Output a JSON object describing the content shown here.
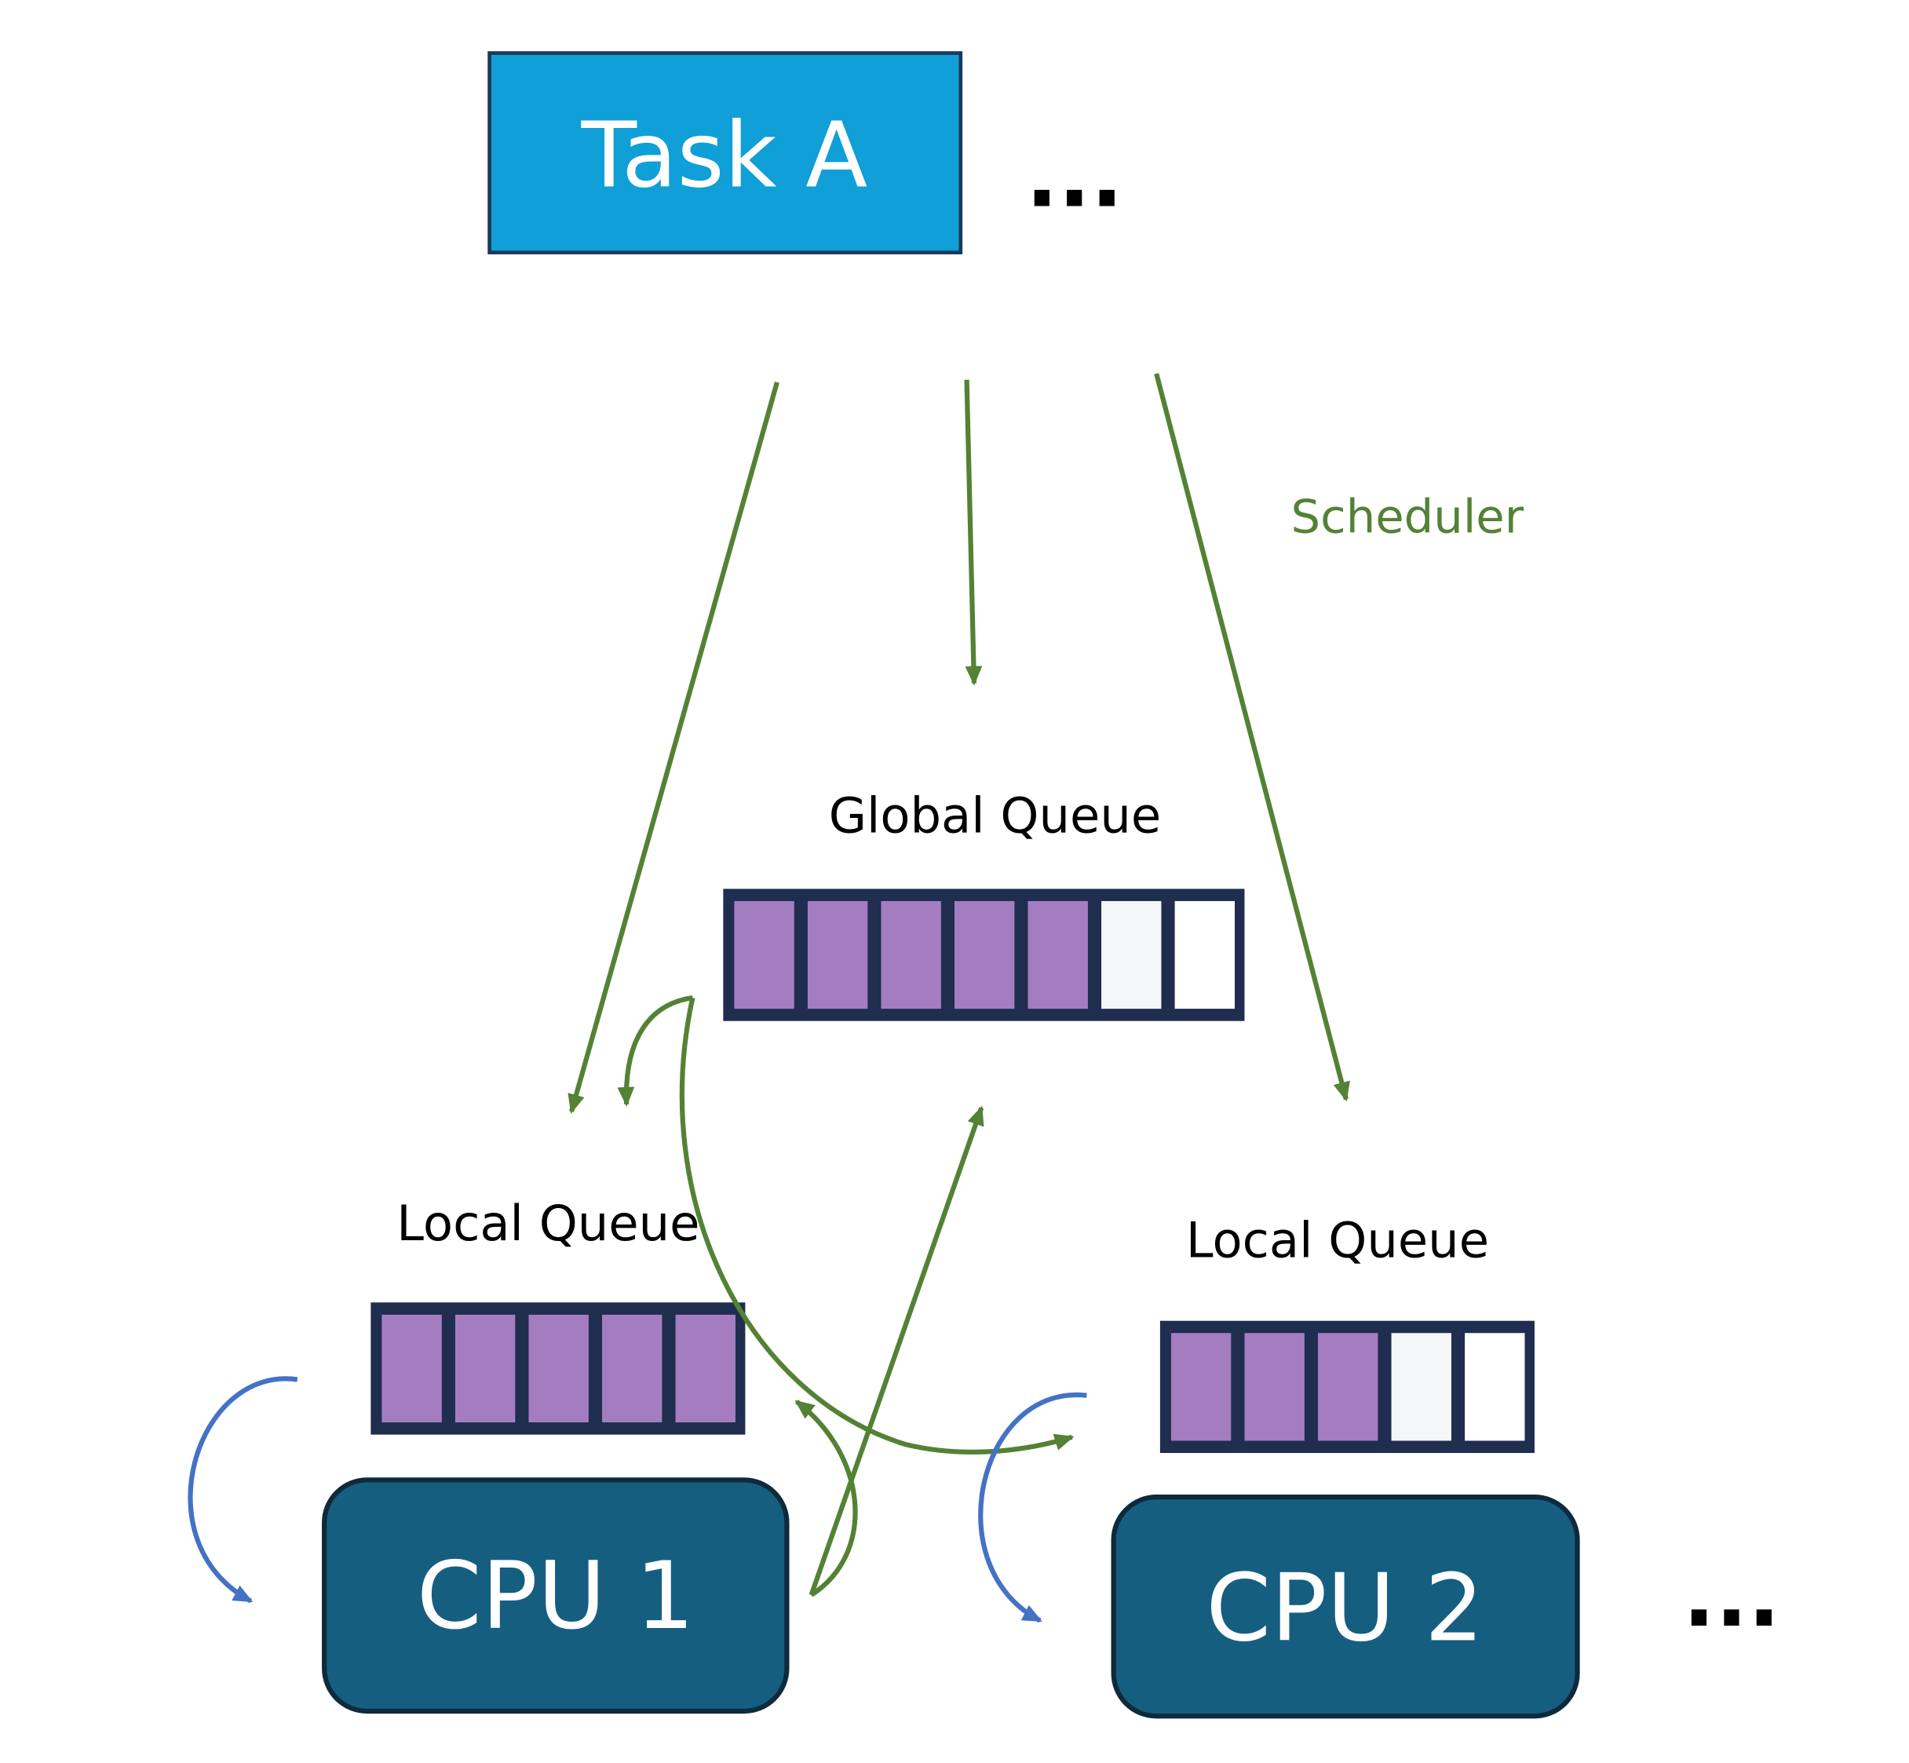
{
  "task": {
    "label": "Task A",
    "ellipsis": "..."
  },
  "scheduler": {
    "label": "Scheduler"
  },
  "global_queue": {
    "label": "Global Queue",
    "slots": [
      "filled",
      "filled",
      "filled",
      "filled",
      "filled",
      "empty-gray",
      "empty"
    ]
  },
  "local_queues": [
    {
      "label": "Local Queue",
      "slots": [
        "filled",
        "filled",
        "filled",
        "filled",
        "filled"
      ]
    },
    {
      "label": "Local Queue",
      "slots": [
        "filled",
        "filled",
        "filled",
        "empty-gray",
        "empty"
      ]
    }
  ],
  "cpus": [
    {
      "label": "CPU 1"
    },
    {
      "label": "CPU 2"
    }
  ],
  "cpu_ellipsis": "...",
  "colors": {
    "task": "#109fd6",
    "cpu": "#165e80",
    "slot_filled": "#a47dc0",
    "slot_gray": "#f5f6f8",
    "queue_border": "#1f2d4f",
    "scheduler_arrow": "#548235",
    "local_arrow": "#4472c4"
  }
}
